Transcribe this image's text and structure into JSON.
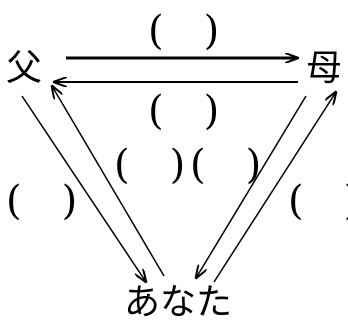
{
  "nodes": {
    "father": "父",
    "mother": "母",
    "you": "あなた"
  },
  "blanks": {
    "top": "(　)",
    "upper_middle": "(　)",
    "center_left": "(　)",
    "center_right": "(　)",
    "left": "(　)",
    "right": "(　)"
  },
  "colors": {
    "ink": "#000000",
    "background": "#ffffff"
  }
}
